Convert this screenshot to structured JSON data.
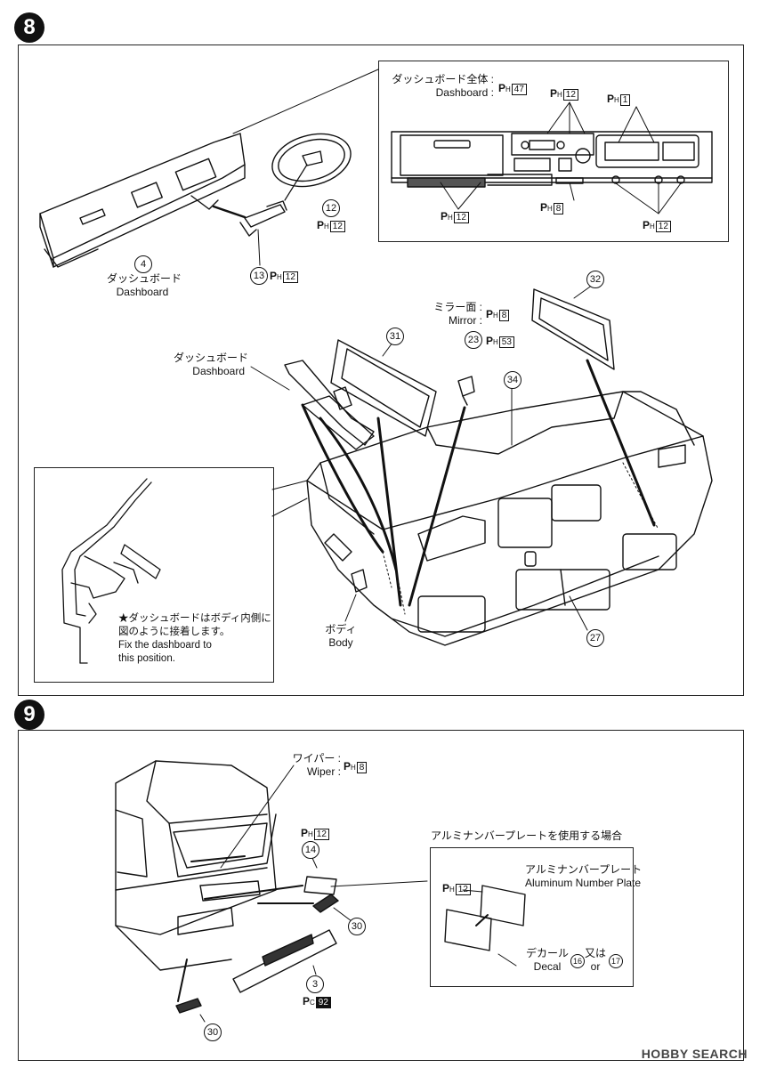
{
  "steps": [
    {
      "number": "8"
    },
    {
      "number": "9"
    }
  ],
  "step8": {
    "inset_top": {
      "title_jp": "ダッシュボード全体 :",
      "title_en": "Dashboard :",
      "title_ref": "47",
      "ref_a": "12",
      "ref_b": "1",
      "ref_c": "12",
      "ref_d": "8",
      "ref_e": "12"
    },
    "dash_part": {
      "num": "4",
      "label_jp": "ダッシュボード",
      "label_en": "Dashboard"
    },
    "steering": {
      "num": "12",
      "ref": "12"
    },
    "column": {
      "num": "13",
      "ref": "12"
    },
    "mirror": {
      "label_jp": "ミラー面 :",
      "label_en": "Mirror :",
      "ref": "8"
    },
    "part23": {
      "num": "23",
      "ref": "53"
    },
    "part31": {
      "num": "31"
    },
    "part32": {
      "num": "32"
    },
    "part34": {
      "num": "34"
    },
    "part27": {
      "num": "27"
    },
    "dash_label_jp": "ダッシュボード",
    "dash_label_en": "Dashboard",
    "body_label_jp": "ボディ",
    "body_label_en": "Body",
    "inset_note": {
      "line1": "★ダッシュボードはボディ内側に",
      "line2": "図のように接着します。",
      "line3": "Fix the dashboard to",
      "line4": "this position."
    }
  },
  "step9": {
    "wiper_jp": "ワイパー :",
    "wiper_en": "Wiper :",
    "wiper_ref": "8",
    "part14": {
      "num": "14",
      "ref": "12"
    },
    "part30a": {
      "num": "30"
    },
    "part30b": {
      "num": "30"
    },
    "part3": {
      "num": "3",
      "ref": "92"
    },
    "inset_title": "アルミナンバープレートを使用する場合",
    "plate_jp": "アルミナンバープレート",
    "plate_en": "Aluminum Number Plate",
    "plate_ref": "12",
    "decal_jp": "デカール",
    "decal_en": "Decal",
    "decal_num_a": "16",
    "or_jp": "又は",
    "or_en": "or",
    "decal_num_b": "17"
  },
  "watermark": "HOBBY SEARCH",
  "colors": {
    "ink": "#111111",
    "paper": "#ffffff"
  }
}
